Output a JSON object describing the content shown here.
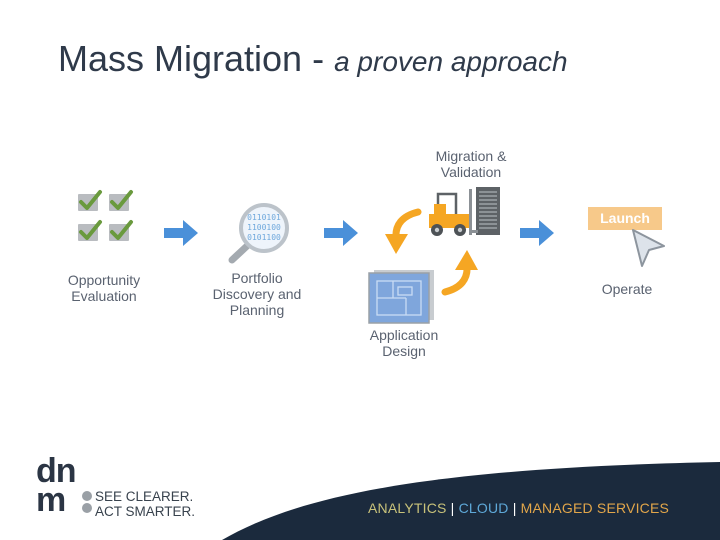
{
  "title": {
    "main": "Mass Migration -",
    "sub": "a proven approach"
  },
  "steps": [
    {
      "line1": "Opportunity",
      "line2": "Evaluation",
      "line3": ""
    },
    {
      "line1": "Portfolio",
      "line2": "Discovery and",
      "line3": "Planning"
    },
    {
      "line1": "Migration &",
      "line2": "Validation",
      "line3": ""
    },
    {
      "line1": "Application",
      "line2": "Design",
      "line3": ""
    },
    {
      "line1": "Operate",
      "line2": "",
      "line3": ""
    }
  ],
  "launch_button": "Launch",
  "binary_text": [
    "0110101",
    "1100100",
    "0101100"
  ],
  "logo": {
    "top": "dn",
    "bottom": "m"
  },
  "tagline": [
    "SEE CLEARER.",
    "ACT SMARTER."
  ],
  "services": {
    "analytics": "ANALYTICS",
    "sep": "|",
    "cloud": "CLOUD",
    "managed": "MANAGED SERVICES"
  },
  "colors": {
    "arrow": "#4a90d9",
    "curved_arrow": "#f5a623",
    "check": "#6a9a3e",
    "launch": "#f7c98a",
    "footer": "#1b2a3d",
    "title": "#2f3a4a"
  }
}
